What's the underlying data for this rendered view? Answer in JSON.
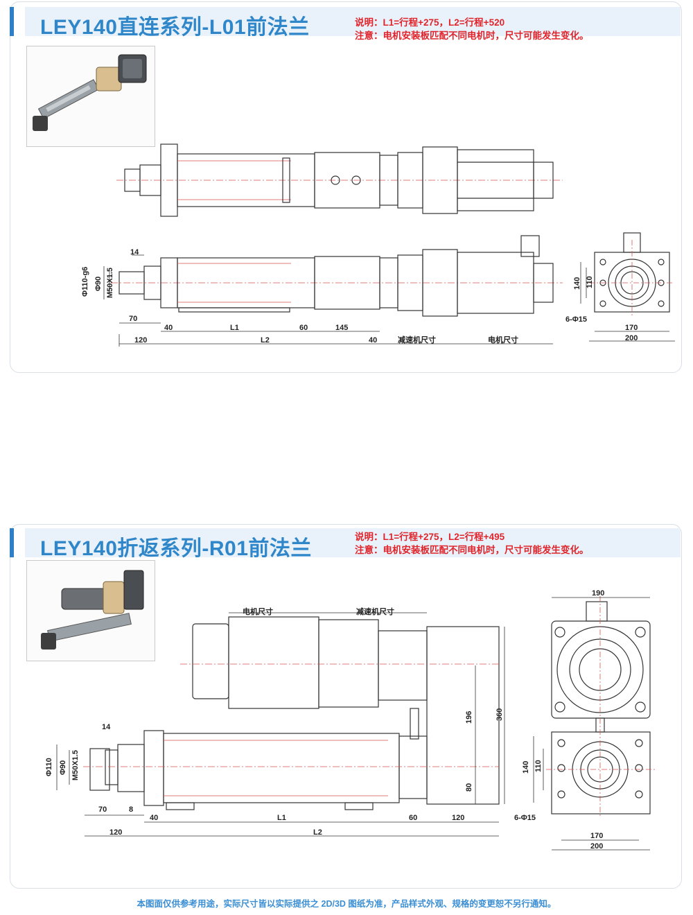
{
  "section1": {
    "title": "LEY140直连系列-L01前法兰",
    "note_line1": "说明：L1=行程+275，L2=行程+520",
    "note_line2": "注意：电机安装板匹配不同电机时，尺寸可能发生变化。",
    "dims": {
      "d14": "14",
      "phi110": "Φ110-g6",
      "phi90": "Φ90",
      "m50": "M50X1.5",
      "d70": "70",
      "d40a": "40",
      "L1": "L1",
      "d60": "60",
      "d145": "145",
      "d120": "120",
      "L2": "L2",
      "d40b": "40",
      "reducer": "减速机尺寸",
      "motor": "电机尺寸",
      "d140": "140",
      "d110": "110",
      "holes": "6-Φ15",
      "d170": "170",
      "d200": "200"
    }
  },
  "section2": {
    "title": "LEY140折返系列-R01前法兰",
    "note_line1": "说明：L1=行程+275，L2=行程+495",
    "note_line2": "注意：电机安装板匹配不同电机时，尺寸可能发生变化。",
    "dims": {
      "motor": "电机尺寸",
      "reducer": "减速机尺寸",
      "d196": "196",
      "d360": "360",
      "d80": "80",
      "d14": "14",
      "phi110": "Φ110",
      "phi90": "Φ90",
      "m50": "M50X1.5",
      "d70": "70",
      "d8": "8",
      "d40": "40",
      "L1": "L1",
      "d60": "60",
      "d120a": "120",
      "d120b": "120",
      "L2": "L2",
      "d190": "190",
      "d140": "140",
      "d110": "110",
      "holes": "6-Φ15",
      "d170": "170",
      "d200": "200"
    }
  },
  "footer": "本图面仅供参考用途，实际尺寸皆以实际提供之 2D/3D 图纸为准，产品样式外观、规格的变更恕不另行通知。",
  "colors": {
    "accent": "#2f7fc8",
    "title": "#2f86c9",
    "note": "#e0242b",
    "footer": "#3a8ed3"
  }
}
